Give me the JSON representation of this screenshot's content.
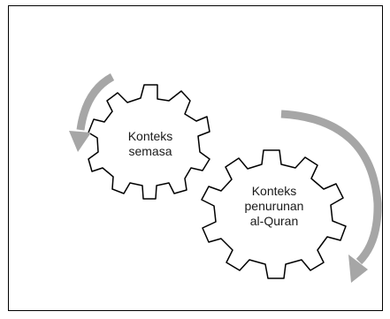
{
  "diagram": {
    "gears": [
      {
        "lines": [
          "Konteks",
          "semasa"
        ]
      },
      {
        "lines": [
          "Konteks",
          "penurunan",
          "al-Quran"
        ]
      }
    ]
  }
}
